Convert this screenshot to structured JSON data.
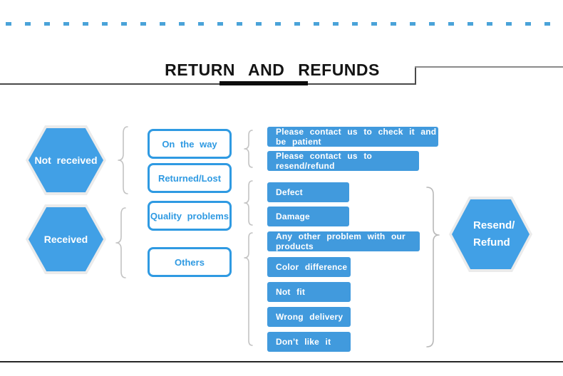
{
  "colors": {
    "hex_blue": "#41a0e6",
    "box_blue": "#419add",
    "outline_blue": "#2f9ae2",
    "dash_blue": "#4aa3d9"
  },
  "diagram": {
    "title": "RETURN AND REFUNDS",
    "hexagons": {
      "not_received": "Not received",
      "received": "Received",
      "resend_refund": [
        "Resend/",
        "Refund"
      ]
    },
    "categories": {
      "on_the_way": "On the way",
      "returned_lost": "Returned/Lost",
      "quality_problems": "Quality problems",
      "others": "Others"
    },
    "outcomes": {
      "check_patient": "Please contact us to check it and be patient",
      "resend_refund": "Please contact us to resend/refund",
      "defect": "Defect",
      "damage": "Damage",
      "any_other": "Any other problem with our products",
      "color_difference": "Color difference",
      "not_fit": "Not fit",
      "wrong_delivery": "Wrong delivery",
      "dont_like": "Don’t like it"
    }
  }
}
